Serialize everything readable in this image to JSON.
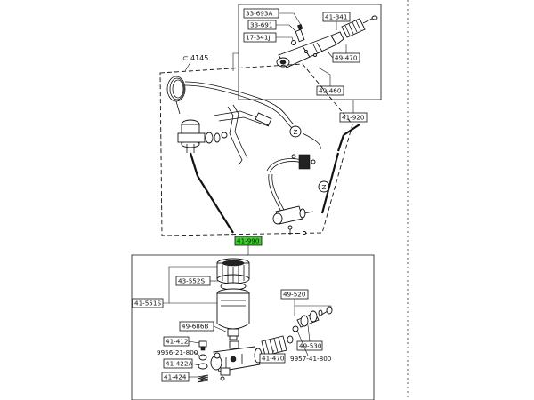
{
  "colors": {
    "highlight": "#44cc33",
    "ink": "#111111",
    "background": "#ffffff"
  },
  "labels": {
    "group_main": "4145",
    "assembly_main": "41-990",
    "upper_group": "41-920",
    "u_33693a": "33-693A",
    "u_33691": "33-691",
    "u_17341j": "17-341J",
    "u_41341": "41-341",
    "u_49470": "49-470",
    "u_49460": "49-460",
    "l_43552s": "43-552S",
    "l_41551s": "41-551S",
    "l_49686b": "49-686B",
    "l_41412": "41-412",
    "l_9956": "9956-21-800",
    "l_41422a": "41-422A",
    "l_41424": "41-424",
    "l_49520": "49-520",
    "l_41470": "41-470",
    "l_49530": "49-530",
    "l_9957": "9957-41-800",
    "z_mark": "Z"
  }
}
